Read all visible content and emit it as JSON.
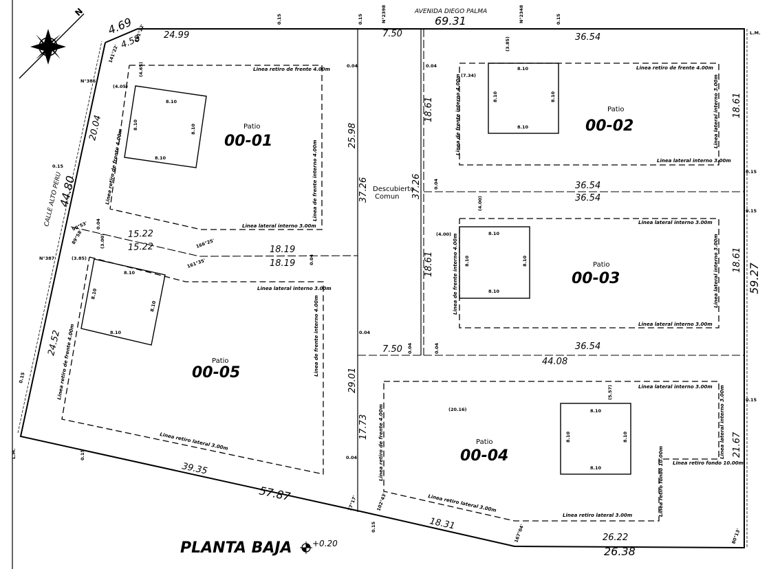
{
  "title": "PLANTA BAJA",
  "level": "+0.20",
  "north": "N",
  "street_top": "AVENIDA DIEGO PALMA",
  "street_left": "CALLE ALTO PERU",
  "street_numbers": {
    "n2398": "N°2398",
    "n2348": "N°2348",
    "n385": "N°385",
    "n387": "N°387"
  },
  "lm": "L.M.",
  "common_area": {
    "line1": "Descubierto",
    "line2": "Comun"
  },
  "patio_label": "Patio",
  "lots": [
    "00-01",
    "00-02",
    "00-03",
    "00-04",
    "00-05"
  ],
  "setbacks": {
    "frente_4": "Linea retiro de frente 4.00m",
    "lateral_3": "Linea lateral interno 3.00m",
    "frente_int_4": "Linea de frente interno 4.00m",
    "lateral_int_3": "Linea lateral interno 3.00m",
    "retiro_lateral_3": "Linea retiro lateral 3.00m",
    "retiro_fondo_10": "Linea retiro fondo 10.00m"
  },
  "patio_side": "8.10",
  "dimensions": {
    "d469": "4.69",
    "d458": "4.58",
    "d2499": "24.99",
    "d750": "7.50",
    "d6931": "69.31",
    "d3654": "36.54",
    "d2004": "20.04",
    "d4480": "44.80",
    "d2598": "25.98",
    "d3726": "37.26",
    "d1861": "18.61",
    "d1522": "15.22",
    "d1819": "18.19",
    "d2452": "24.52",
    "d5927": "59.27",
    "d4408": "44.08",
    "d2901": "29.01",
    "d1773": "17.73",
    "d3935": "39.35",
    "d5787": "57.87",
    "d1831": "18.31",
    "d2622": "26.22",
    "d2638": "26.38",
    "d2167": "21.67"
  },
  "small_dims": {
    "s015": "0.15",
    "s004": "0.04",
    "s405": "(4.05)",
    "s465": "(4.65)",
    "s385": "(3.85)",
    "s300": "(3.00)",
    "s734": "(7.34)",
    "s385b": "(3.85)",
    "s400": "(4.00)",
    "s400b": "(4.00)",
    "s2016": "(20.16)",
    "s557": "(5.57)"
  },
  "angles": {
    "a1": "141°22'",
    "a2": "141°22'",
    "a3": "90°53'",
    "a4": "89°58'",
    "a5": "166°25'",
    "a6": "161°35'",
    "a7": "102°43'",
    "a8": "77°17'",
    "a9": "167°04'",
    "a10": "80°13'"
  }
}
